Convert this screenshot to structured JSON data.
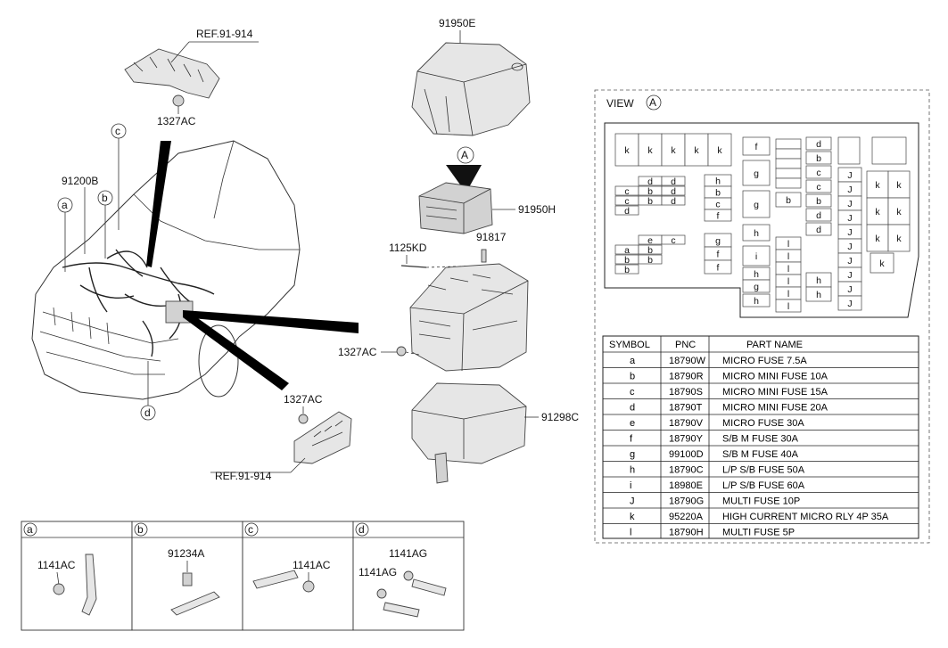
{
  "callouts": {
    "ref_top": "REF.91-914",
    "bolt_top": "1327AC",
    "harness": "91200B",
    "c": "c",
    "b": "b",
    "a": "a",
    "d": "d",
    "cover": "91950E",
    "view_marker": "A",
    "junction_box": "91950H",
    "screw": "1125KD",
    "fuse_part": "91817",
    "bolt_mid": "1327AC",
    "bolt_low": "1327AC",
    "lower_case": "91298C",
    "ref_bottom": "REF.91-914"
  },
  "view_panel": {
    "title": "VIEW",
    "marker": "A",
    "cells": {
      "k_top": [
        "k",
        "k",
        "k",
        "k",
        "k"
      ],
      "left_grid": [
        [
          "d",
          "d"
        ],
        [
          "c",
          "b",
          "d"
        ],
        [
          "c",
          "b",
          "d"
        ],
        [
          "d"
        ]
      ],
      "left_low": [
        [
          "e",
          "c"
        ],
        [
          "a",
          "b"
        ],
        [
          "b",
          "b"
        ],
        [
          "b"
        ]
      ],
      "col_h": [
        "h",
        "b",
        "c",
        "f"
      ],
      "col_g": [
        "g",
        "f",
        "f"
      ],
      "col_f": [
        "f",
        "g",
        "g",
        "h",
        "i",
        "h",
        "g",
        "h"
      ],
      "col_b": [
        "b"
      ],
      "col_l": [
        "l",
        "l",
        "l",
        "l",
        "l",
        "l"
      ],
      "col_d": [
        "d",
        "b",
        "c",
        "c",
        "b",
        "d",
        "d"
      ],
      "col_hh": [
        "h",
        "h"
      ],
      "col_J": [
        "J",
        "J",
        "J",
        "J",
        "J",
        "J",
        "J",
        "J",
        "J",
        "J"
      ],
      "col_k": [
        "k",
        "k",
        "k",
        "k",
        "k",
        "k",
        "k"
      ]
    }
  },
  "parts_table": {
    "headers": [
      "SYMBOL",
      "PNC",
      "PART NAME"
    ],
    "rows": [
      [
        "a",
        "18790W",
        "MICRO FUSE 7.5A"
      ],
      [
        "b",
        "18790R",
        "MICRO MINI FUSE 10A"
      ],
      [
        "c",
        "18790S",
        "MICRO MINI FUSE 15A"
      ],
      [
        "d",
        "18790T",
        "MICRO MINI FUSE 20A"
      ],
      [
        "e",
        "18790V",
        "MICRO FUSE 30A"
      ],
      [
        "f",
        "18790Y",
        "S/B M FUSE 30A"
      ],
      [
        "g",
        "99100D",
        "S/B M FUSE 40A"
      ],
      [
        "h",
        "18790C",
        "L/P S/B FUSE 50A"
      ],
      [
        "i",
        "18980E",
        "L/P S/B FUSE 60A"
      ],
      [
        "J",
        "18790G",
        "MULTI FUSE 10P"
      ],
      [
        "k",
        "95220A",
        "HIGH CURRENT MICRO RLY 4P 35A"
      ],
      [
        "l",
        "18790H",
        "MULTI FUSE 5P"
      ]
    ]
  },
  "detail_boxes": [
    {
      "letter": "a",
      "labels": [
        "1141AC"
      ]
    },
    {
      "letter": "b",
      "labels": [
        "91234A"
      ]
    },
    {
      "letter": "c",
      "labels": [
        "1141AC"
      ]
    },
    {
      "letter": "d",
      "labels": [
        "1141AG",
        "1141AG"
      ]
    }
  ]
}
